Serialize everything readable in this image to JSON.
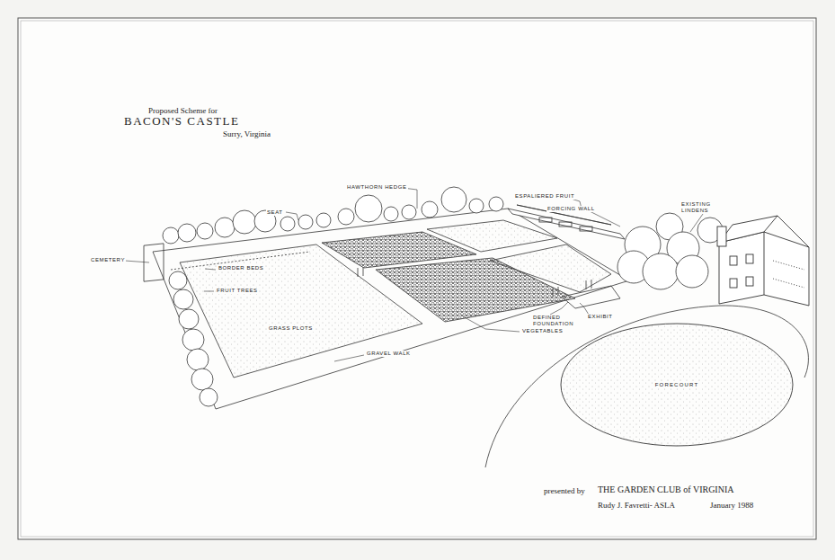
{
  "diagram": {
    "title": "BACON'S CASTLE",
    "nodes": [
      {
        "text": [
          "FORECOURT"
        ]
      }
    ],
    "labels": [
      "Proposed Scheme for",
      "Surry, Virginia",
      "HAWTHORN HEDGE",
      "ESPALIERED FRUIT",
      "FORCING WALL",
      "EXISTING LINDENS",
      "SEAT",
      "CEMETERY",
      "BORDER BEDS",
      "FRUIT TREES",
      "GRASS PLOTS",
      "GRAVEL WALK",
      "VEGETABLES",
      "DEFINED FOUNDATION",
      "EXHIBIT",
      "presented by",
      "THE GARDEN CLUB of VIRGINIA",
      "Rudy J. Favretti- ASLA",
      "January 1988"
    ]
  }
}
